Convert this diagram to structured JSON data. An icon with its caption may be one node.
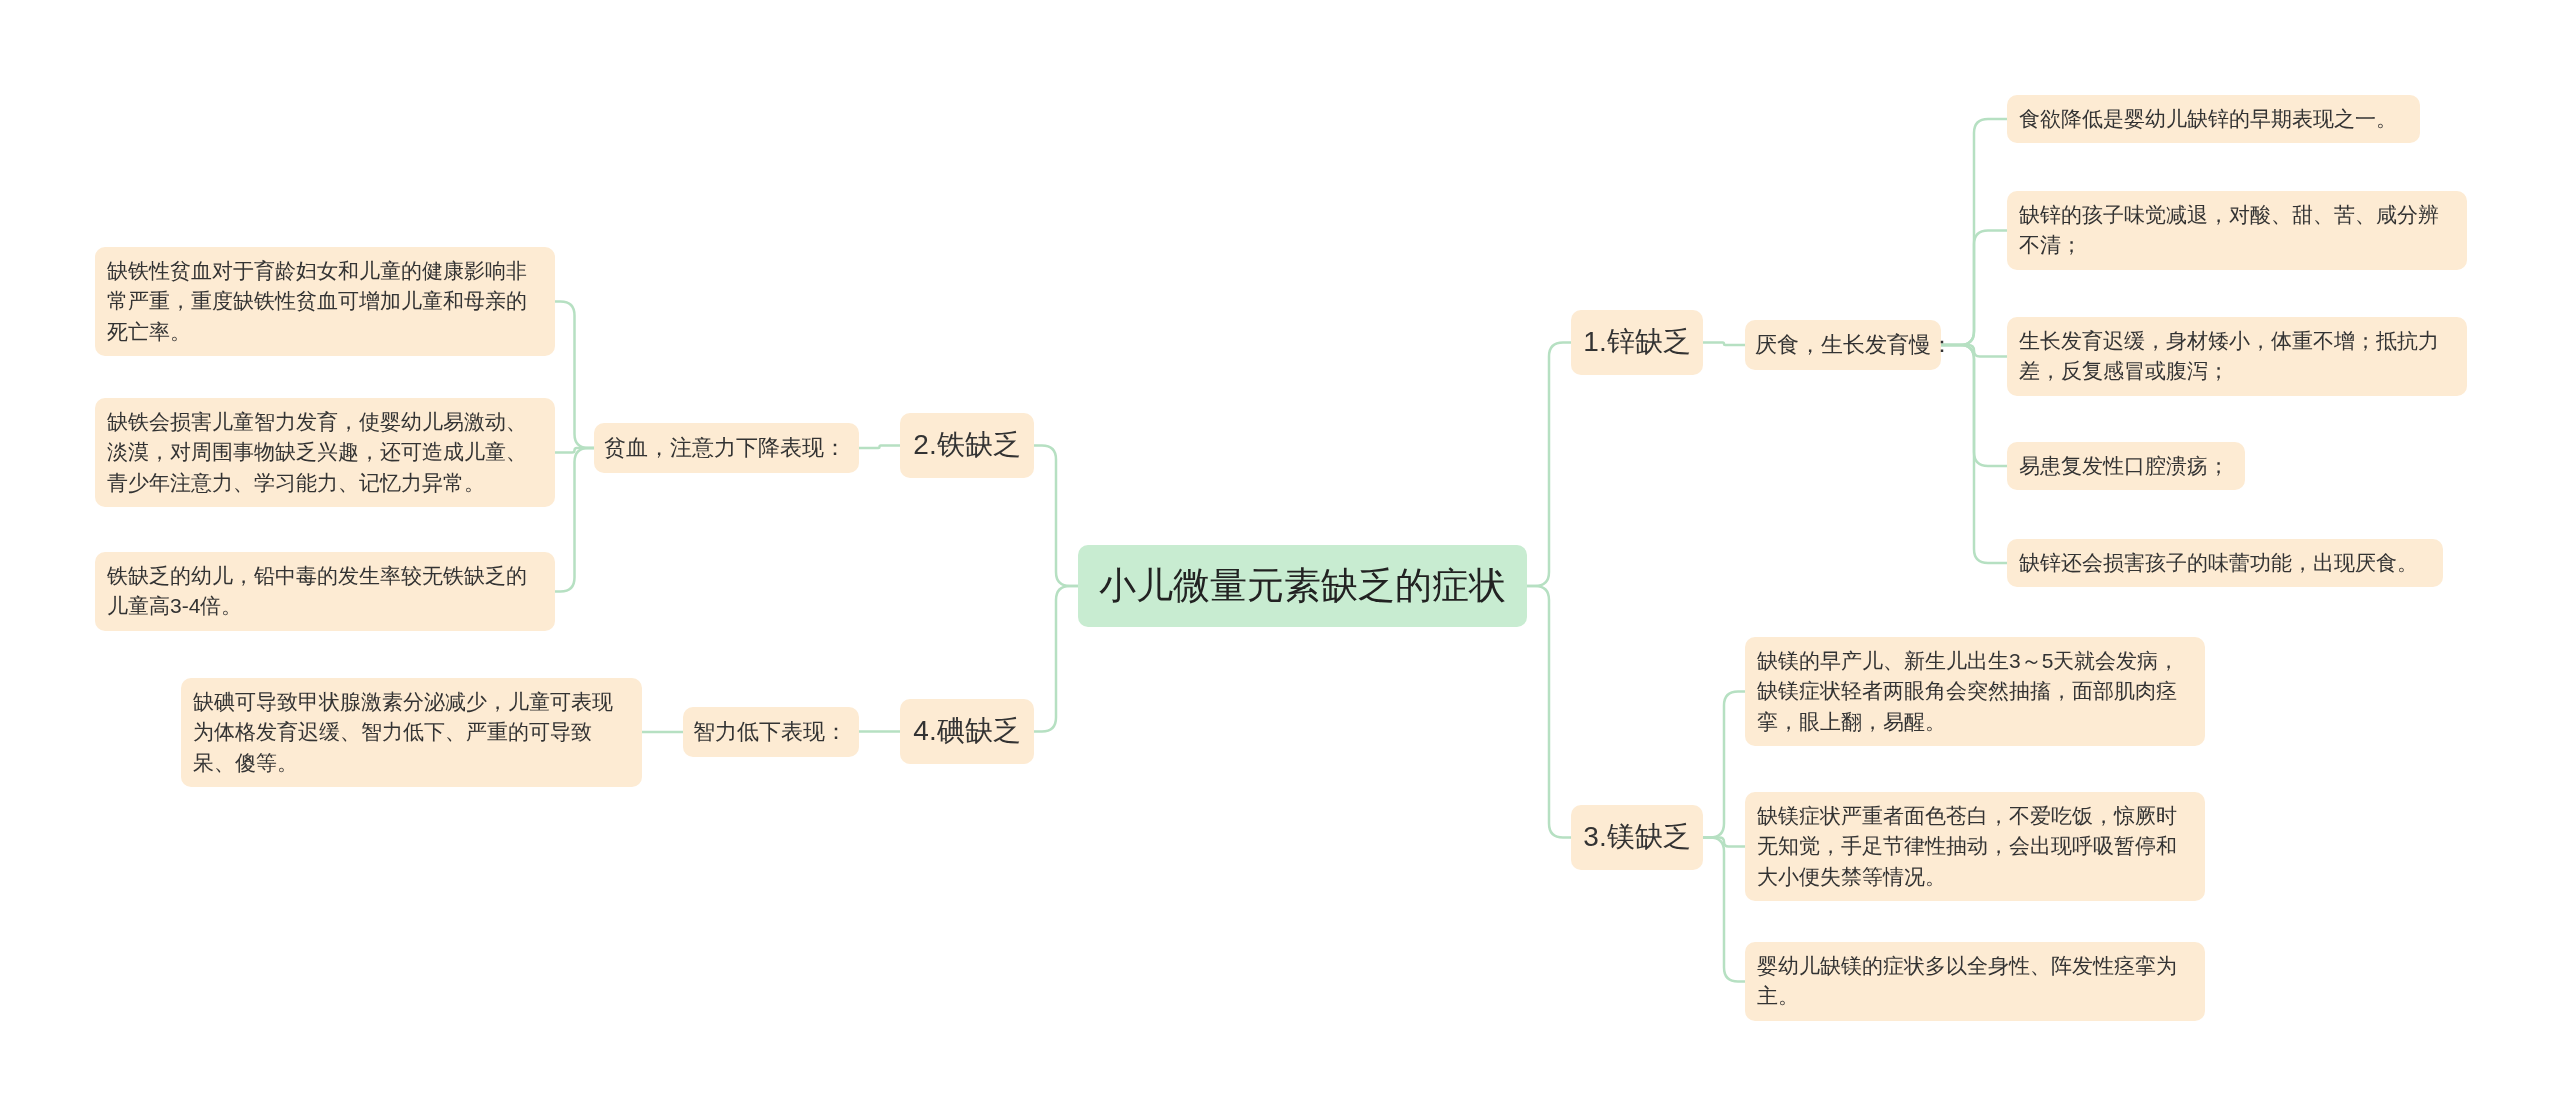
{
  "diagram": {
    "nodes": [
      {
        "text": [
          "小儿微量元素缺乏的症状"
        ]
      },
      {
        "text": [
          "1.锌缺乏"
        ]
      },
      {
        "text": [
          "厌食，生长发育慢："
        ]
      },
      {
        "text": [
          "食欲降低是婴幼儿缺锌的早期表现之一。"
        ]
      },
      {
        "text": [
          "缺锌的孩子味觉减退，对酸、甜、苦、咸分辨不清；"
        ]
      },
      {
        "text": [
          "生长发育迟缓，身材矮小，体重不增；抵抗力差，反复感冒或腹泻；"
        ]
      },
      {
        "text": [
          "易患复发性口腔溃疡；"
        ]
      },
      {
        "text": [
          "缺锌还会损害孩子的味蕾功能，出现厌食。"
        ]
      },
      {
        "text": [
          "2.铁缺乏"
        ]
      },
      {
        "text": [
          "贫血，注意力下降表现："
        ]
      },
      {
        "text": [
          "缺铁性贫血对于育龄妇女和儿童的健康影响非常严重，重度缺铁性贫血可增加儿童和母亲的死亡率。"
        ]
      },
      {
        "text": [
          "缺铁会损害儿童智力发育，使婴幼儿易激动、淡漠，对周围事物缺乏兴趣，还可造成儿童、青少年注意力、学习能力、记忆力异常。"
        ]
      },
      {
        "text": [
          "铁缺乏的幼儿，铅中毒的发生率较无铁缺乏的儿童高3-4倍。"
        ]
      },
      {
        "text": [
          "3.镁缺乏"
        ]
      },
      {
        "text": [
          "缺镁的早产儿、新生儿出生3～5天就会发病，缺镁症状轻者两眼角会突然抽搐，面部肌肉痉挛，眼上翻，易醒。"
        ]
      },
      {
        "text": [
          "缺镁症状严重者面色苍白，不爱吃饭，惊厥时无知觉，手足节律性抽动，会出现呼吸暂停和大小便失禁等情况。"
        ]
      },
      {
        "text": [
          "婴幼儿缺镁的症状多以全身性、阵发性痉挛为主。"
        ]
      },
      {
        "text": [
          "4.碘缺乏"
        ]
      },
      {
        "text": [
          "智力低下表现："
        ]
      },
      {
        "text": [
          "缺碘可导致甲状腺激素分泌减少，儿童可表现为体格发育迟缓、智力低下、严重的可导致呆、傻等。"
        ]
      }
    ],
    "edges": [
      {
        "from": 0,
        "to": 1,
        "arrow": "none"
      },
      {
        "from": 1,
        "to": 2,
        "arrow": "none"
      },
      {
        "from": 2,
        "to": 3,
        "arrow": "none"
      },
      {
        "from": 2,
        "to": 4,
        "arrow": "none"
      },
      {
        "from": 2,
        "to": 5,
        "arrow": "none"
      },
      {
        "from": 2,
        "to": 6,
        "arrow": "none"
      },
      {
        "from": 2,
        "to": 7,
        "arrow": "none"
      },
      {
        "from": 0,
        "to": 8,
        "arrow": "none"
      },
      {
        "from": 8,
        "to": 9,
        "arrow": "none"
      },
      {
        "from": 9,
        "to": 10,
        "arrow": "none"
      },
      {
        "from": 9,
        "to": 11,
        "arrow": "none"
      },
      {
        "from": 9,
        "to": 12,
        "arrow": "none"
      },
      {
        "from": 0,
        "to": 13,
        "arrow": "none"
      },
      {
        "from": 13,
        "to": 14,
        "arrow": "none"
      },
      {
        "from": 13,
        "to": 15,
        "arrow": "none"
      },
      {
        "from": 13,
        "to": 16,
        "arrow": "none"
      },
      {
        "from": 0,
        "to": 17,
        "arrow": "none"
      },
      {
        "from": 17,
        "to": 18,
        "arrow": "none"
      },
      {
        "from": 18,
        "to": 19,
        "arrow": "none"
      }
    ]
  }
}
